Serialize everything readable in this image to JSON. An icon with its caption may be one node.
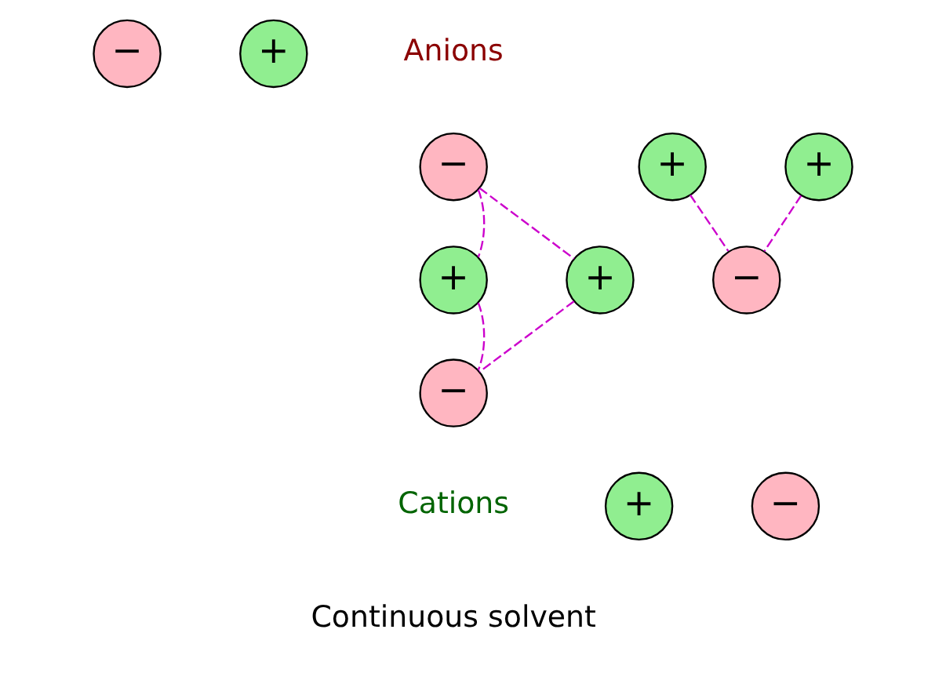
{
  "diagram": {
    "nodes": [
      {
        "text": [
          "−"
        ]
      },
      {
        "text": [
          "+"
        ]
      },
      {
        "text": [
          "−"
        ]
      },
      {
        "text": [
          "+"
        ]
      },
      {
        "text": [
          "+"
        ]
      },
      {
        "text": [
          "+"
        ]
      },
      {
        "text": [
          "+"
        ]
      },
      {
        "text": [
          "−"
        ]
      },
      {
        "text": [
          "−"
        ]
      },
      {
        "text": [
          "+"
        ]
      },
      {
        "text": [
          "−"
        ]
      }
    ],
    "edges": [
      {
        "from": 2,
        "to": 5,
        "arrow": "none",
        "style": "dashed",
        "color": "#cc00cc"
      },
      {
        "from": 2,
        "to": 6,
        "arrow": "none",
        "style": "dashed",
        "color": "#cc00cc"
      },
      {
        "from": 5,
        "to": 8,
        "arrow": "none",
        "style": "dashed",
        "color": "#cc00cc"
      },
      {
        "from": 6,
        "to": 8,
        "arrow": "none",
        "style": "dashed",
        "color": "#cc00cc"
      },
      {
        "from": 3,
        "to": 7,
        "arrow": "none",
        "style": "dashed",
        "color": "#cc00cc"
      },
      {
        "from": 4,
        "to": 7,
        "arrow": "none",
        "style": "dashed",
        "color": "#cc00cc"
      }
    ],
    "labels": [
      "Anions",
      "Cations",
      "Continuous solvent"
    ]
  }
}
